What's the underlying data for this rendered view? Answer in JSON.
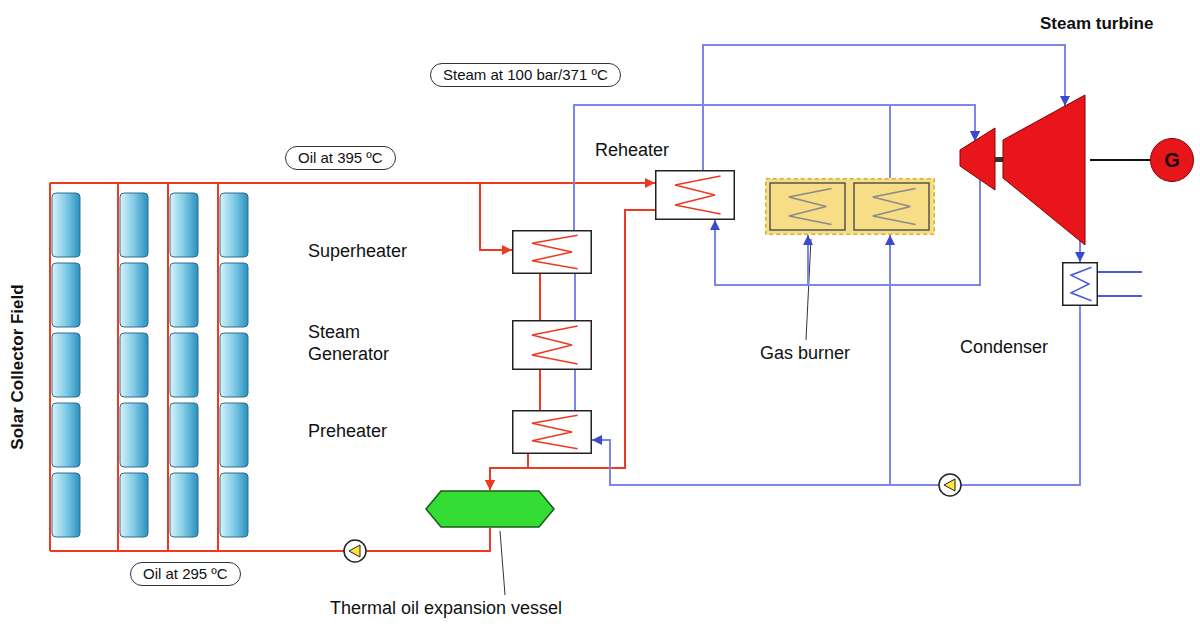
{
  "diagram": {
    "nodes": [
      {
        "text": [
          "Steam turbine"
        ]
      },
      {
        "text": [
          "Steam at 100 bar/371 ºC"
        ]
      },
      {
        "text": [
          "Oil at 395 ºC"
        ]
      },
      {
        "text": [
          "Reheater"
        ]
      },
      {
        "text": [
          "Gas burner"
        ]
      },
      {
        "text": [
          "Superheater"
        ]
      },
      {
        "text": [
          "Condenser"
        ]
      },
      {
        "text": [
          "Steam Generator"
        ]
      },
      {
        "text": [
          "Preheater"
        ]
      },
      {
        "text": [
          "Solar Collector Field"
        ]
      },
      {
        "text": [
          "Thermal oil expansion vessel"
        ]
      },
      {
        "text": [
          "Oil at 295 ºC"
        ]
      },
      {
        "text": [
          "G"
        ]
      }
    ],
    "edges": [
      {
        "from": 9,
        "to": 3,
        "arrow": "to"
      },
      {
        "from": 9,
        "to": 5,
        "arrow": "to"
      },
      {
        "from": 5,
        "to": 7,
        "arrow": "none"
      },
      {
        "from": 7,
        "to": 8,
        "arrow": "none"
      },
      {
        "from": 8,
        "to": 10,
        "arrow": "to"
      },
      {
        "from": 3,
        "to": 10,
        "arrow": "to"
      },
      {
        "from": 10,
        "to": 9,
        "arrow": "none"
      },
      {
        "from": 8,
        "to": 7,
        "arrow": "none"
      },
      {
        "from": 7,
        "to": 5,
        "arrow": "none"
      },
      {
        "from": 5,
        "to": 0,
        "arrow": "to"
      },
      {
        "from": 4,
        "to": 0,
        "arrow": "to"
      },
      {
        "from": 3,
        "to": 0,
        "arrow": "to"
      },
      {
        "from": 0,
        "to": 3,
        "arrow": "to"
      },
      {
        "from": 0,
        "to": 4,
        "arrow": "to"
      },
      {
        "from": 0,
        "to": 6,
        "arrow": "to"
      },
      {
        "from": 6,
        "to": 8,
        "arrow": "to"
      },
      {
        "from": 6,
        "to": 4,
        "arrow": "to"
      },
      {
        "from": 0,
        "to": 12,
        "arrow": "none"
      }
    ]
  }
}
